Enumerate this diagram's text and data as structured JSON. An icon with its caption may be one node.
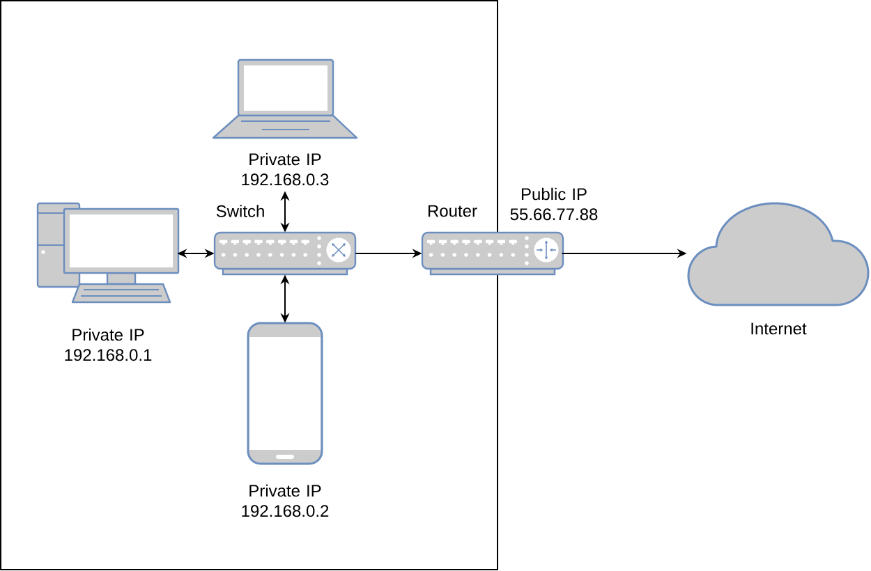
{
  "diagram": {
    "nodes": [
      {
        "text": [],
        "shape": "box"
      },
      {
        "text": [],
        "shape": "picture",
        "beside": [
          "Private IP 192.168.0.3"
        ],
        "in": 0
      },
      {
        "text": [],
        "shape": "picture",
        "beside": [
          "Private IP 192.168.0.1"
        ],
        "in": 0
      },
      {
        "text": [],
        "shape": "picture",
        "beside": [
          "Switch"
        ],
        "in": 0
      },
      {
        "text": [],
        "shape": "picture",
        "beside": [
          "Router",
          "Public IP 55.66.77.88"
        ]
      },
      {
        "text": [],
        "shape": "cloud",
        "beside": [
          "Internet"
        ]
      },
      {
        "text": [],
        "shape": "picture",
        "beside": [
          "Private IP 192.168.0.2"
        ],
        "in": 0
      }
    ],
    "edges": [
      {
        "from": 3,
        "to": 1,
        "arrow": "both"
      },
      {
        "from": 2,
        "to": 3,
        "arrow": "both"
      },
      {
        "from": 3,
        "to": 6,
        "arrow": "both"
      },
      {
        "from": 3,
        "to": 4,
        "arrow": "to"
      },
      {
        "from": 4,
        "to": 5,
        "arrow": "to"
      }
    ]
  }
}
